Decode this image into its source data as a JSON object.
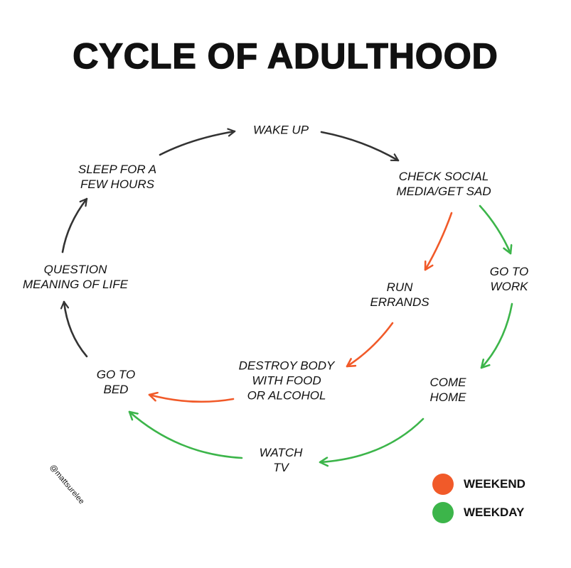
{
  "title": "CYCLE OF ADULTHOOD",
  "nodes": {
    "wake_up": [
      "WAKE UP"
    ],
    "check_social": [
      "CHECK SOCIAL",
      "MEDIA/GET SAD"
    ],
    "go_to_work": [
      "GO TO",
      "WORK"
    ],
    "come_home": [
      "COME",
      "HOME"
    ],
    "watch_tv": [
      "WATCH",
      "TV"
    ],
    "go_to_bed": [
      "GO TO",
      "BED"
    ],
    "question": [
      "QUESTION",
      "MEANING OF LIFE"
    ],
    "sleep": [
      "SLEEP FOR A",
      "FEW HOURS"
    ],
    "run_errands": [
      "RUN",
      "ERRANDS"
    ],
    "destroy_body": [
      "DESTROY BODY",
      "WITH FOOD",
      "OR ALCOHOL"
    ]
  },
  "handle": "@mattsurelee",
  "legend": [
    {
      "label": "WEEKEND",
      "color": "#F15A29"
    },
    {
      "label": "WEEKDAY",
      "color": "#3CB54A"
    }
  ],
  "colors": {
    "neutral": "#333333",
    "weekend": "#F15A29",
    "weekday": "#3CB54A"
  }
}
